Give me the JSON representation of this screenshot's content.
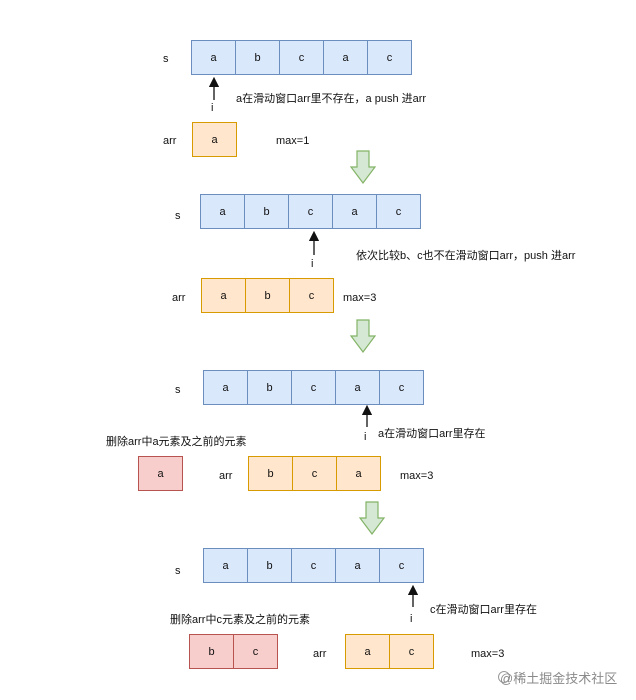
{
  "steps": [
    {
      "s_label": "s",
      "s_cells": [
        "a",
        "b",
        "c",
        "a",
        "c"
      ],
      "pointer": "i",
      "note": "a在滑动窗口arr里不存在，a push 进arr",
      "arr_label": "arr",
      "arr_cells": [
        "a"
      ],
      "max_text": "max=1"
    },
    {
      "s_label": "s",
      "s_cells": [
        "a",
        "b",
        "c",
        "a",
        "c"
      ],
      "pointer": "i",
      "note": "依次比较b、c也不在滑动窗口arr，push 进arr",
      "arr_label": "arr",
      "arr_cells": [
        "a",
        "b",
        "c"
      ],
      "max_text": "max=3"
    },
    {
      "s_label": "s",
      "s_cells": [
        "a",
        "b",
        "c",
        "a",
        "c"
      ],
      "pointer": "i",
      "note": "a在滑动窗口arr里存在",
      "removed_note": "删除arr中a元素及之前的元素",
      "removed_cells": [
        "a"
      ],
      "arr_label": "arr",
      "arr_cells": [
        "b",
        "c",
        "a"
      ],
      "max_text": "max=3"
    },
    {
      "s_label": "s",
      "s_cells": [
        "a",
        "b",
        "c",
        "a",
        "c"
      ],
      "pointer": "i",
      "note": "c在滑动窗口arr里存在",
      "removed_note": "删除arr中c元素及之前的元素",
      "removed_cells": [
        "b",
        "c"
      ],
      "arr_label": "arr",
      "arr_cells": [
        "a",
        "c"
      ],
      "max_text": "max=3"
    }
  ],
  "watermark": "@稀土掘金技术社区",
  "colors": {
    "s_fill": "#dae8fc",
    "s_stroke": "#6c8ebf",
    "arr_fill": "#ffe6cc",
    "arr_stroke": "#d79b00",
    "removed_fill": "#f8cecc",
    "removed_stroke": "#b85450",
    "step_arrow_fill": "#d5e8d4",
    "step_arrow_stroke": "#82b366"
  }
}
